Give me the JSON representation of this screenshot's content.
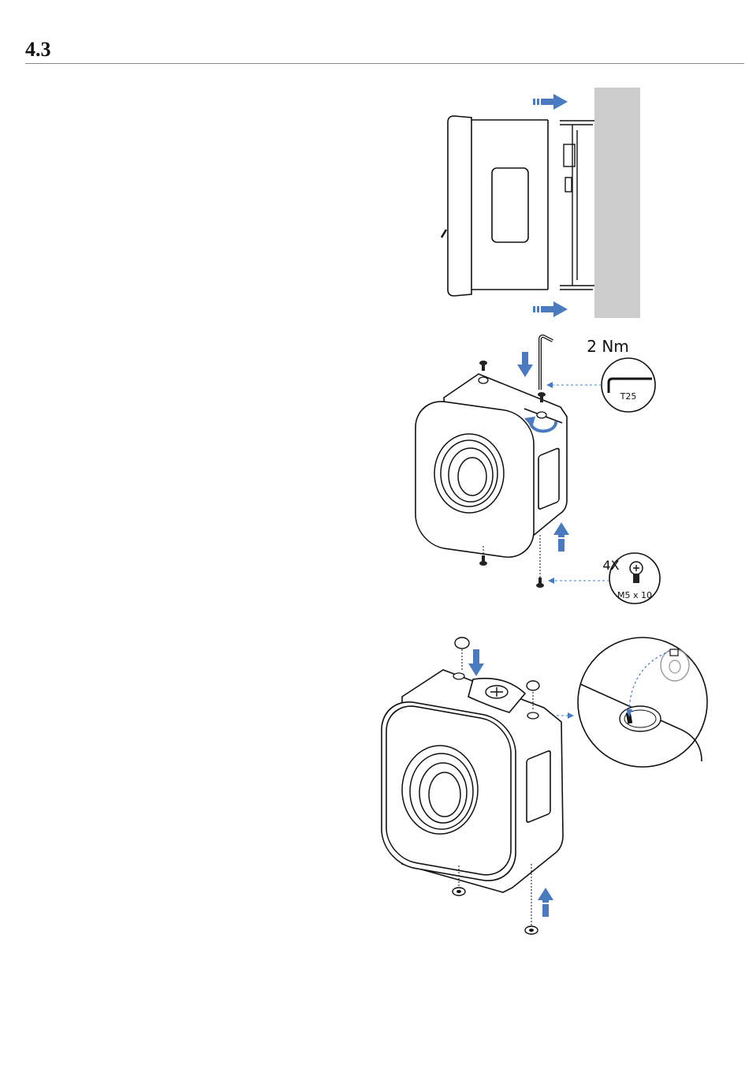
{
  "section": {
    "number": "4.3"
  },
  "step2": {
    "torque_label": "2 Nm",
    "tool_label": "T25",
    "screw_count_label": "4X",
    "screw_size_label": "M5 x 10"
  },
  "colors": {
    "arrow_blue": "#4a7bc0",
    "wall_gray": "#cccccc",
    "line": "#111111"
  },
  "icons": [
    "arrow-right-icon",
    "arrow-down-icon",
    "arrow-up-icon",
    "rotate-icon",
    "hex-key-icon",
    "screw-icon",
    "cap-icon"
  ]
}
